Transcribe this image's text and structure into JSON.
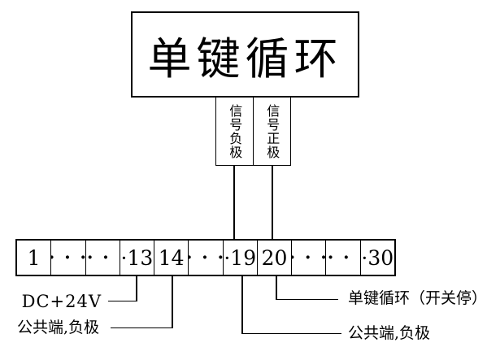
{
  "diagram": {
    "title_box": {
      "label": "单键循环"
    },
    "signal_boxes": {
      "negative": {
        "label": "信号负极",
        "connects_to_terminal": "19"
      },
      "positive": {
        "label": "信号正极",
        "connects_to_terminal": "20"
      }
    },
    "terminal_strip": {
      "cells": [
        "1",
        "· · ·",
        "·· · ·",
        "·13",
        "14",
        "· · ·",
        "·19",
        "20",
        "· · ·",
        "·· · ·",
        "·30"
      ]
    },
    "annotations": {
      "dc24v": {
        "label": "DC+24V",
        "terminal": "13"
      },
      "common_left": {
        "label": "公共端,负极",
        "terminal": "14"
      },
      "onekey": {
        "label": "单键循环（开关停）",
        "terminal": "20"
      },
      "common_right": {
        "label": "公共端,负极",
        "terminal": "19"
      }
    },
    "colors": {
      "line": "#000000",
      "background": "#ffffff"
    }
  }
}
